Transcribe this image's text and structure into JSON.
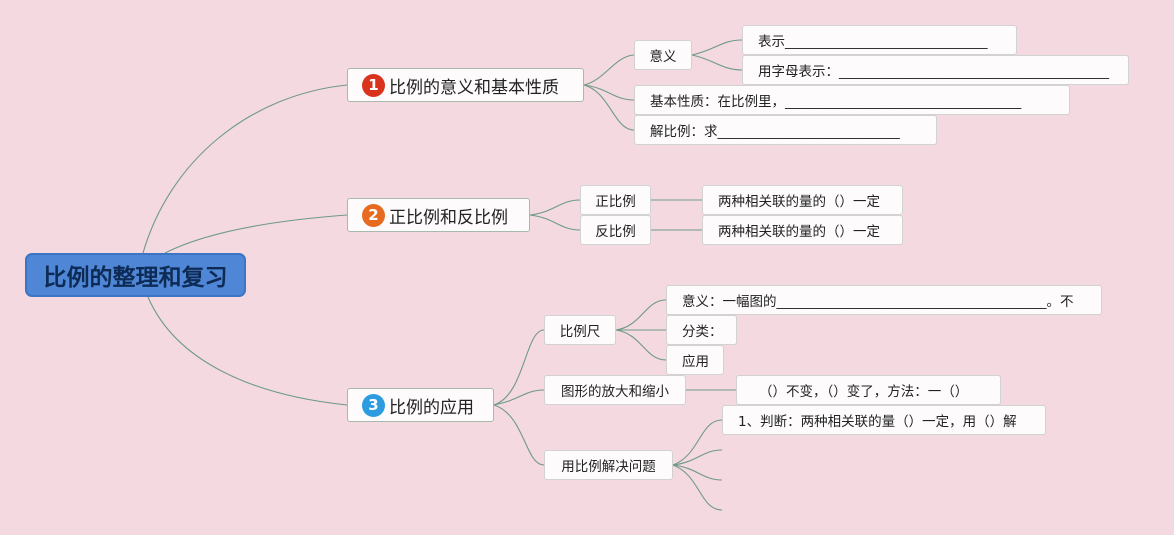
{
  "root": {
    "label": "比例的整理和复习"
  },
  "branches": [
    {
      "badge": "1",
      "badge_color": "#d9331d",
      "label": "比例的意义和基本性质",
      "children": [
        {
          "label": "意义",
          "leaves": [
            "表示______________________________",
            "用字母表示：________________________________________"
          ]
        },
        {
          "label": "基本性质：在比例里，___________________________________"
        },
        {
          "label": "解比例：求___________________________"
        }
      ]
    },
    {
      "badge": "2",
      "badge_color": "#e66a1f",
      "label": "正比例和反比例",
      "children": [
        {
          "label": "正比例",
          "leaves": [
            "两种相关联的量的（）一定"
          ]
        },
        {
          "label": "反比例",
          "leaves": [
            "两种相关联的量的（）一定"
          ]
        }
      ]
    },
    {
      "badge": "3",
      "badge_color": "#2d9be0",
      "label": "比例的应用",
      "children": [
        {
          "label": "比例尺",
          "leaves": [
            "意义：一幅图的________________________________________。不",
            "分类：",
            "应用"
          ]
        },
        {
          "label": "图形的放大和缩小",
          "leaves": [
            "（）不变，（）变了，方法：一（）"
          ]
        },
        {
          "label": "用比例解决问题",
          "leaves": [
            "1、判断：两种相关联的量（）一定，用（）解"
          ]
        }
      ]
    }
  ],
  "colors": {
    "background": "#f5d9e1",
    "root": "#4f86d6",
    "connector": "#6e9a86"
  }
}
